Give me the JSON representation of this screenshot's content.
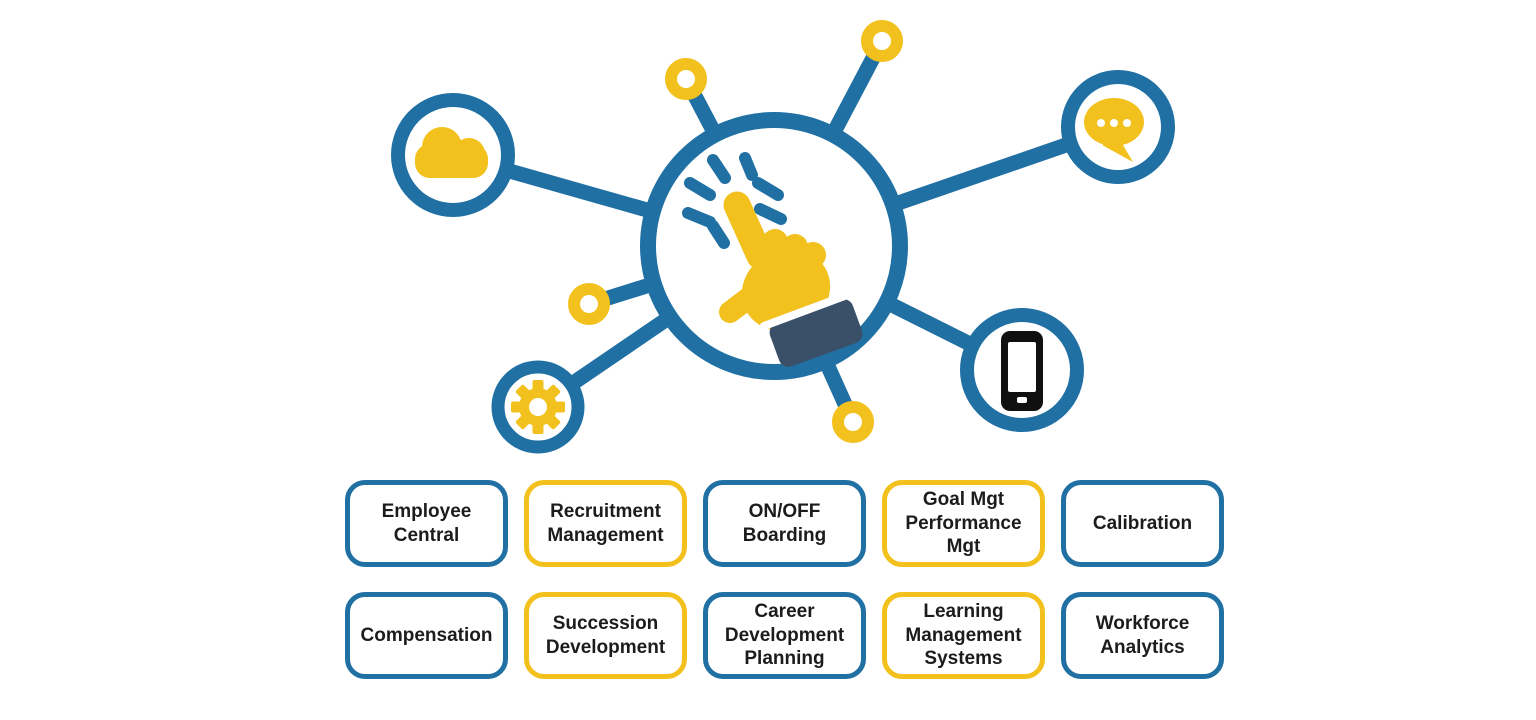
{
  "colors": {
    "blue": "#2070A4",
    "yellow": "#F2C11D",
    "navy": "#3A4F68",
    "icon_black": "#101010",
    "text": "#1C1C1C",
    "background": "#FFFFFF"
  },
  "diagram": {
    "hub": {
      "icon": "click-pointer-hand"
    },
    "satellites": [
      {
        "id": "cloud",
        "icon": "cloud-icon"
      },
      {
        "id": "chat",
        "icon": "chat-bubble-icon"
      },
      {
        "id": "smartphone",
        "icon": "smartphone-icon"
      },
      {
        "id": "gear",
        "icon": "gear-icon"
      },
      {
        "id": "ring-node-upper-left",
        "icon": "ring-node-icon"
      },
      {
        "id": "ring-node-top",
        "icon": "ring-node-icon"
      },
      {
        "id": "ring-node-mid-left",
        "icon": "ring-node-icon"
      },
      {
        "id": "ring-node-bottom",
        "icon": "ring-node-icon"
      }
    ]
  },
  "modules": {
    "items": [
      {
        "label": "Employee Central",
        "accent_color": "#2070A4"
      },
      {
        "label": "Recruitment Management",
        "accent_color": "#F2C11D"
      },
      {
        "label": "ON/OFF Boarding",
        "accent_color": "#2070A4"
      },
      {
        "label": "Goal Mgt Performance Mgt",
        "accent_color": "#F2C11D"
      },
      {
        "label": "Calibration",
        "accent_color": "#2070A4"
      },
      {
        "label": "Compensation",
        "accent_color": "#2070A4"
      },
      {
        "label": "Succession Development",
        "accent_color": "#F2C11D"
      },
      {
        "label": "Career Development Planning",
        "accent_color": "#2070A4"
      },
      {
        "label": "Learning Management Systems",
        "accent_color": "#F2C11D"
      },
      {
        "label": "Workforce Analytics",
        "accent_color": "#2070A4"
      }
    ]
  }
}
